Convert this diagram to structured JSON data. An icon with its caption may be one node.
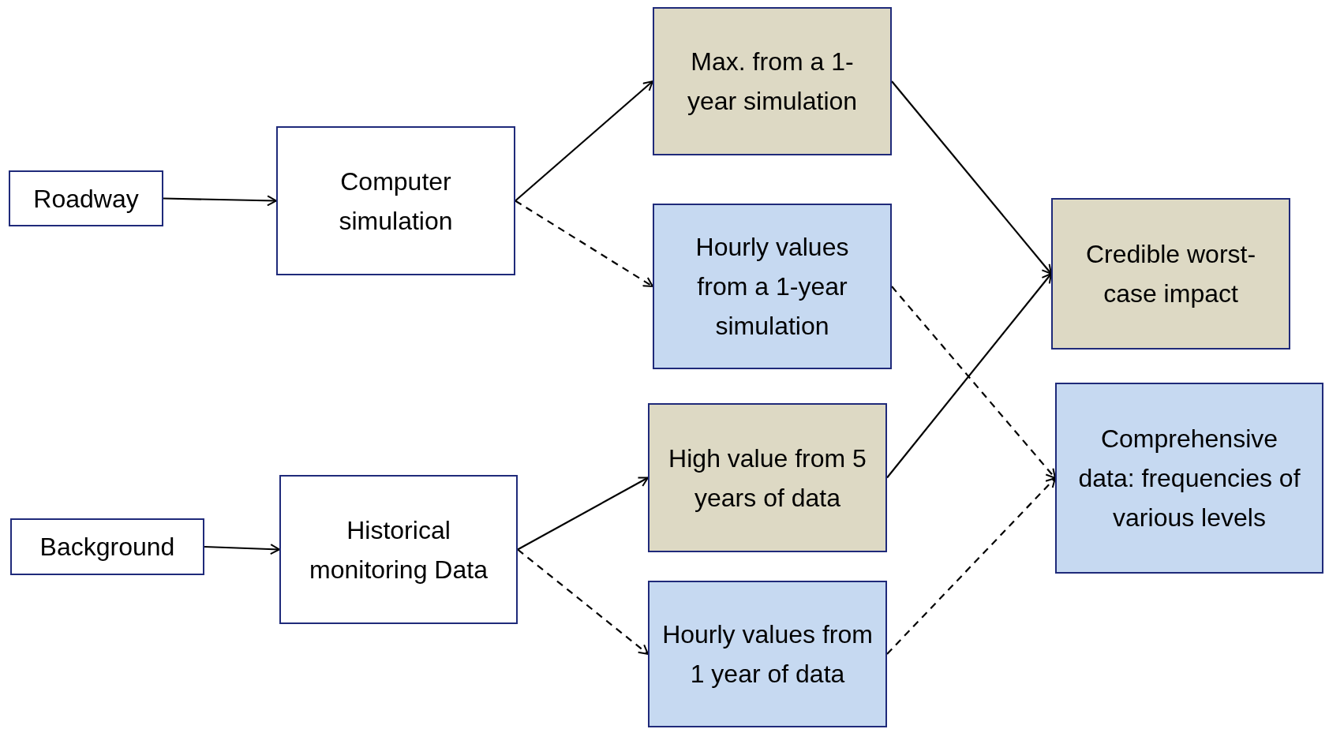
{
  "diagram": {
    "nodes": [
      {
        "text": [
          "Roadway"
        ]
      },
      {
        "text": [
          "Computer simulation"
        ]
      },
      {
        "text": [
          "Max. from a 1-year simulation"
        ]
      },
      {
        "text": [
          "Hourly values from a 1-year simulation"
        ]
      },
      {
        "text": [
          "Credible worst-case impact"
        ]
      },
      {
        "text": [
          "Comprehensive data: frequencies of various levels"
        ]
      },
      {
        "text": [
          "Background"
        ]
      },
      {
        "text": [
          "Historical monitoring Data"
        ]
      },
      {
        "text": [
          "High value from 5 years of data"
        ]
      },
      {
        "text": [
          "Hourly values from 1 year of data"
        ]
      }
    ],
    "edges": [
      {
        "from": 0,
        "to": 1,
        "arrow": "to"
      },
      {
        "from": 1,
        "to": 2,
        "arrow": "to"
      },
      {
        "from": 1,
        "to": 3,
        "arrow": "to",
        "style": "dashed"
      },
      {
        "from": 2,
        "to": 4,
        "arrow": "to"
      },
      {
        "from": 3,
        "to": 5,
        "arrow": "to",
        "style": "dashed"
      },
      {
        "from": 6,
        "to": 7,
        "arrow": "to"
      },
      {
        "from": 7,
        "to": 8,
        "arrow": "to"
      },
      {
        "from": 7,
        "to": 9,
        "arrow": "to",
        "style": "dashed"
      },
      {
        "from": 8,
        "to": 4,
        "arrow": "to"
      },
      {
        "from": 9,
        "to": 5,
        "arrow": "to",
        "style": "dashed"
      }
    ]
  }
}
